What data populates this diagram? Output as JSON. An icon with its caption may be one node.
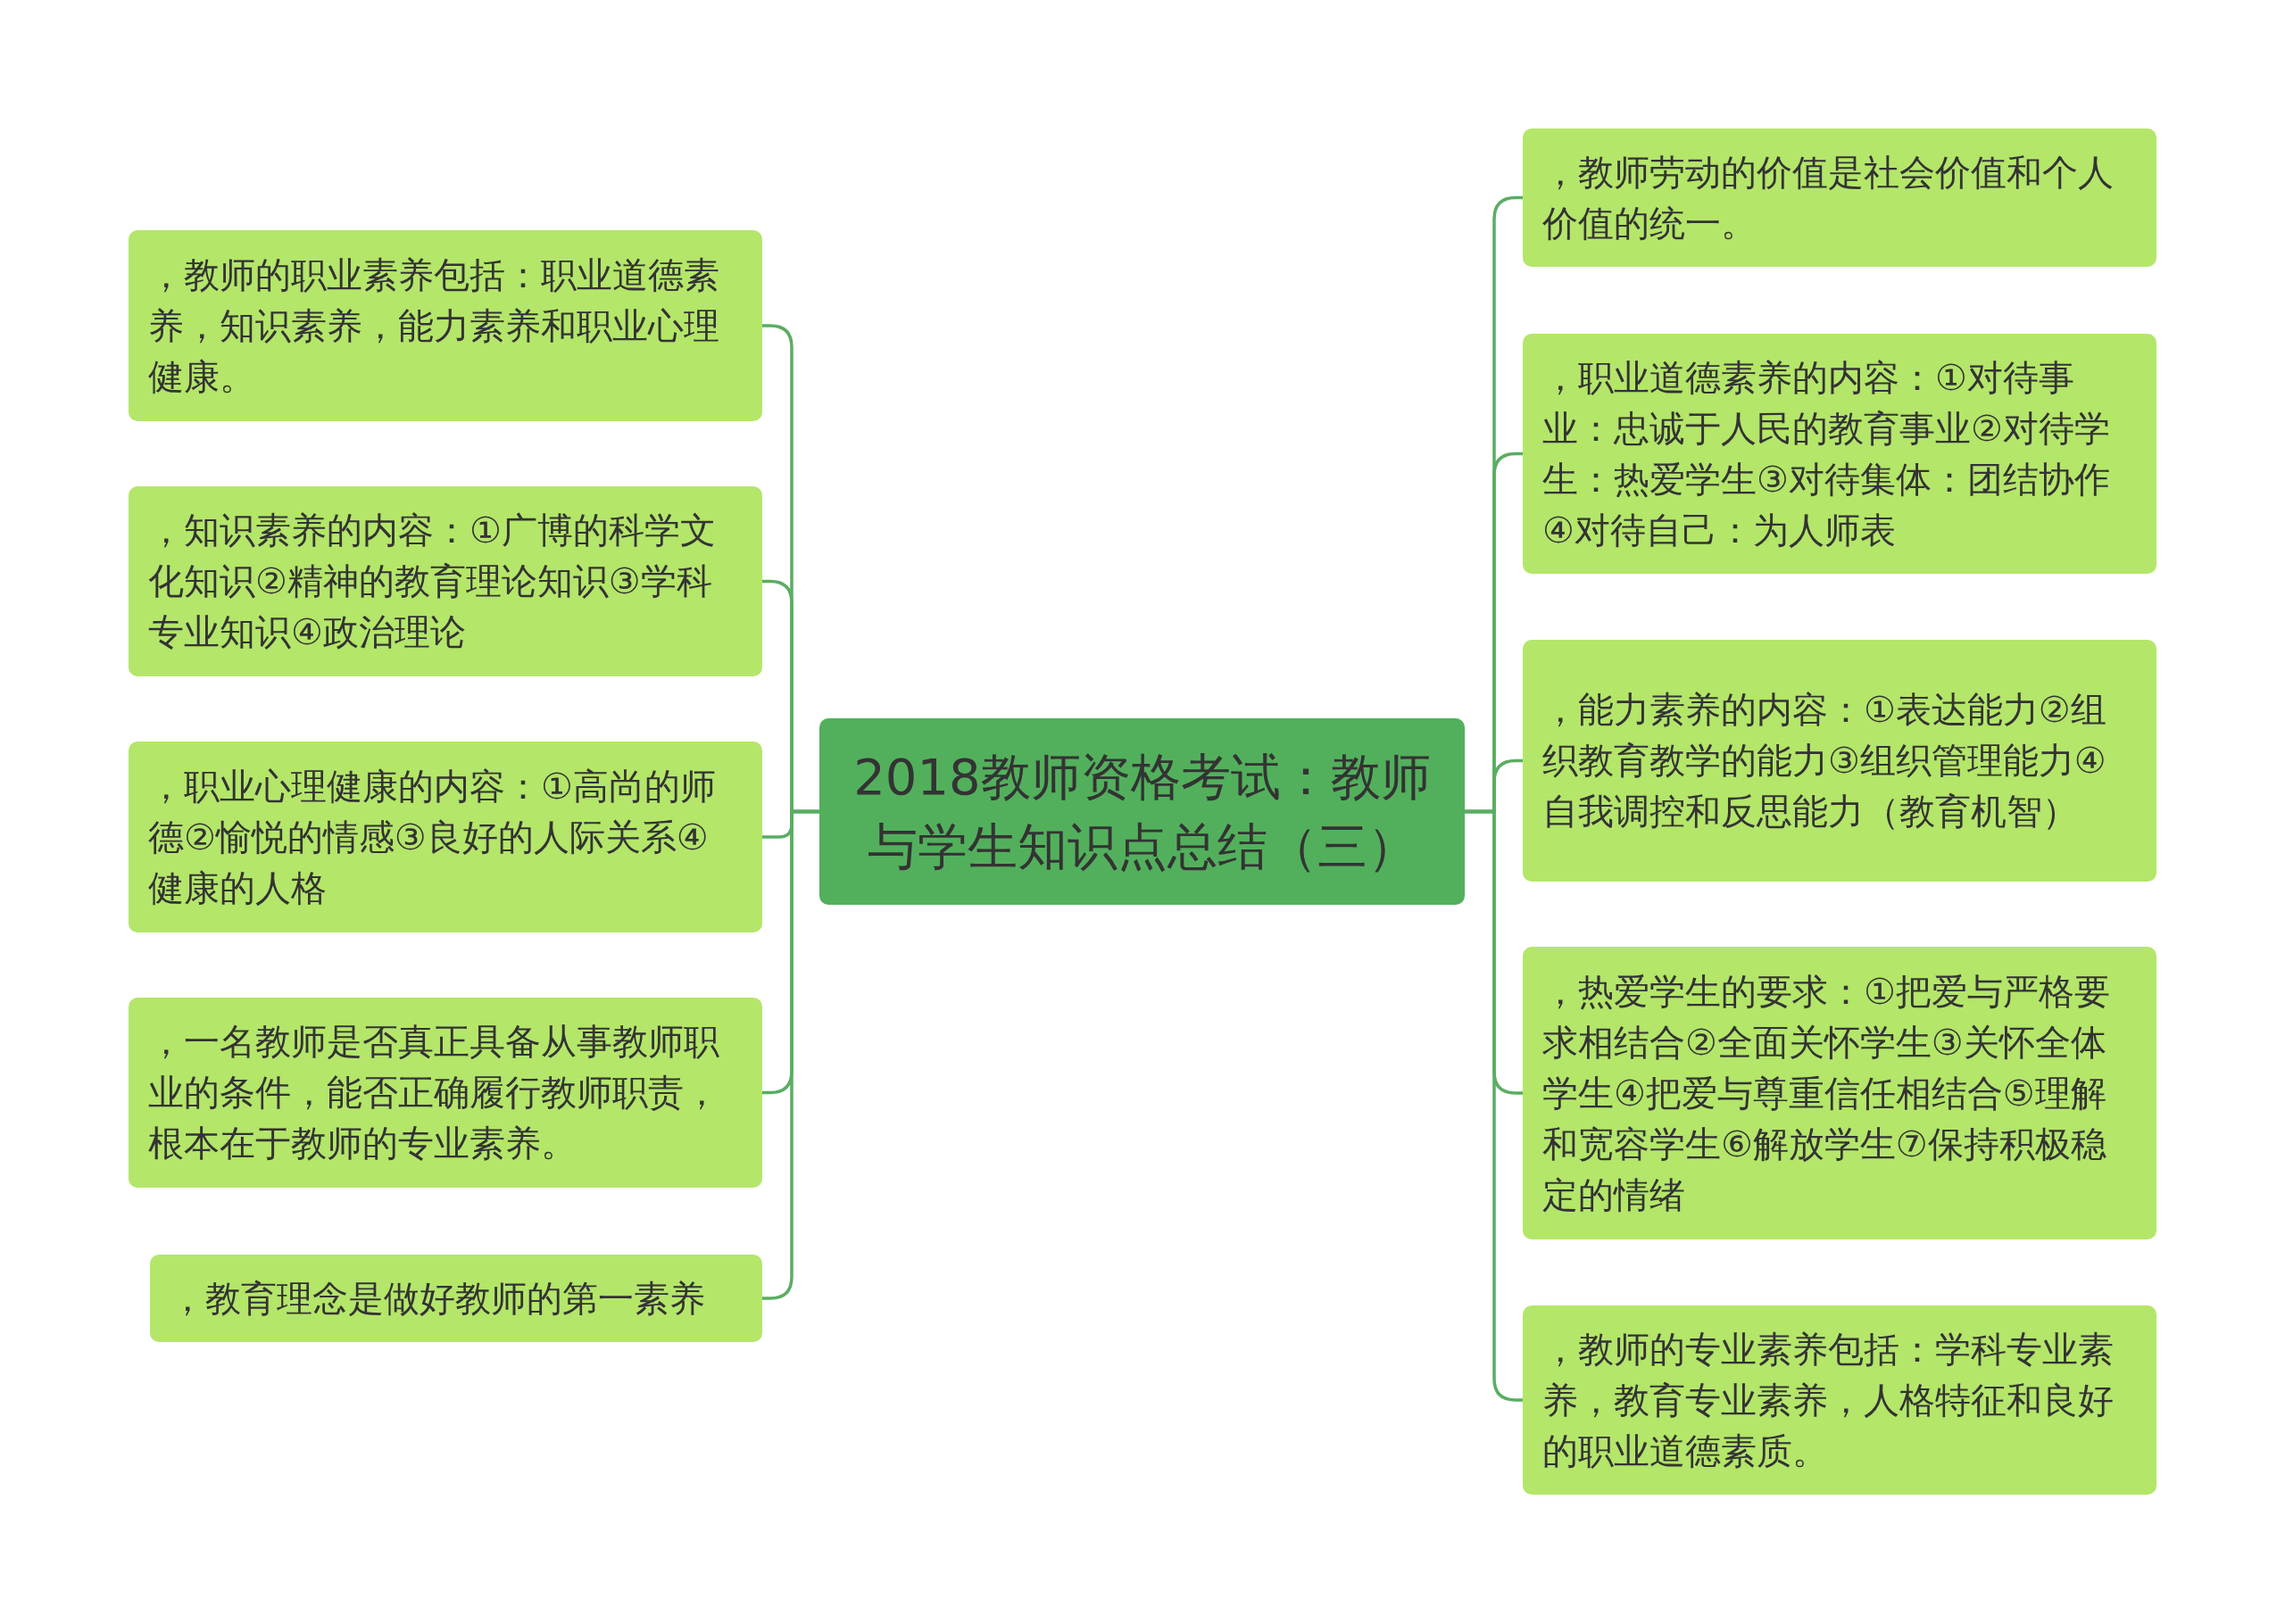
{
  "diagram": {
    "nodes": [
      {
        "text": [
          "2018教师资格考试：教师与学生知识点总结（三）"
        ]
      },
      {
        "text": [
          "，教师的职业素养包括：职业道德素养，知识素养，能力素养和职业心理健康。"
        ]
      },
      {
        "text": [
          "，知识素养的内容：①广博的科学文化知识②精神的教育理论知识③学科专业知识④政治理论"
        ]
      },
      {
        "text": [
          "，职业心理健康的内容：①高尚的师德②愉悦的情感③良好的人际关系④健康的人格"
        ]
      },
      {
        "text": [
          "，一名教师是否真正具备从事教师职业的条件，能否正确履行教师职责，根本在于教师的专业素养。"
        ]
      },
      {
        "text": [
          "，教育理念是做好教师的第一素养"
        ]
      },
      {
        "text": [
          "，教师劳动的价值是社会价值和个人价值的统一。"
        ]
      },
      {
        "text": [
          "，职业道德素养的内容：①对待事业：忠诚于人民的教育事业②对待学生：热爱学生③对待集体：团结协作④对待自己：为人师表"
        ]
      },
      {
        "text": [
          "，能力素养的内容：①表达能力②组织教育教学的能力③组织管理能力④自我调控和反思能力（教育机智）"
        ]
      },
      {
        "text": [
          "，热爱学生的要求：①把爱与严格要求相结合②全面关怀学生③关怀全体学生④把爱与尊重信任相结合⑤理解和宽容学生⑥解放学生⑦保持积极稳定的情绪"
        ]
      },
      {
        "text": [
          "，教师的专业素养包括：学科专业素养，教育专业素养，人格特征和良好的职业道德素质。"
        ]
      }
    ],
    "edges": [
      {
        "from": 0,
        "to": 1,
        "arrow": "none"
      },
      {
        "from": 0,
        "to": 2,
        "arrow": "none"
      },
      {
        "from": 0,
        "to": 3,
        "arrow": "none"
      },
      {
        "from": 0,
        "to": 4,
        "arrow": "none"
      },
      {
        "from": 0,
        "to": 5,
        "arrow": "none"
      },
      {
        "from": 0,
        "to": 6,
        "arrow": "none"
      },
      {
        "from": 0,
        "to": 7,
        "arrow": "none"
      },
      {
        "from": 0,
        "to": 8,
        "arrow": "none"
      },
      {
        "from": 0,
        "to": 9,
        "arrow": "none"
      },
      {
        "from": 0,
        "to": 10,
        "arrow": "none"
      }
    ]
  }
}
